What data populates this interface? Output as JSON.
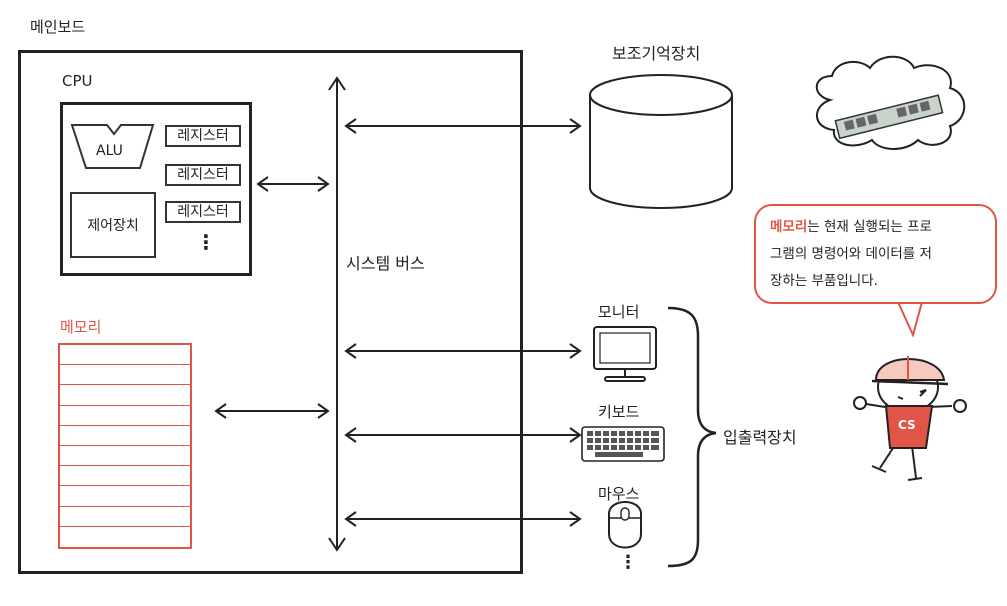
{
  "labels": {
    "mainboard": "메인보드",
    "cpu": "CPU",
    "alu": "ALU",
    "register": "레지스터",
    "control_unit": "제어장치",
    "memory": "메모리",
    "system_bus": "시스템 버스",
    "secondary_storage": "보조기억장치",
    "monitor": "모니터",
    "keyboard": "키보드",
    "mouse": "마우스",
    "io_devices": "입출력장치",
    "ellipsis": "⋮"
  },
  "callout": {
    "highlight": "메모리",
    "line1_rest": "는 현재 실행되는 프로",
    "line2": "그램의 명령어와 데이터를 저",
    "line3": "장하는 부품입니다."
  },
  "character": {
    "shirt_text": "CS"
  },
  "colors": {
    "accent": "#e05545",
    "line": "#222222"
  }
}
